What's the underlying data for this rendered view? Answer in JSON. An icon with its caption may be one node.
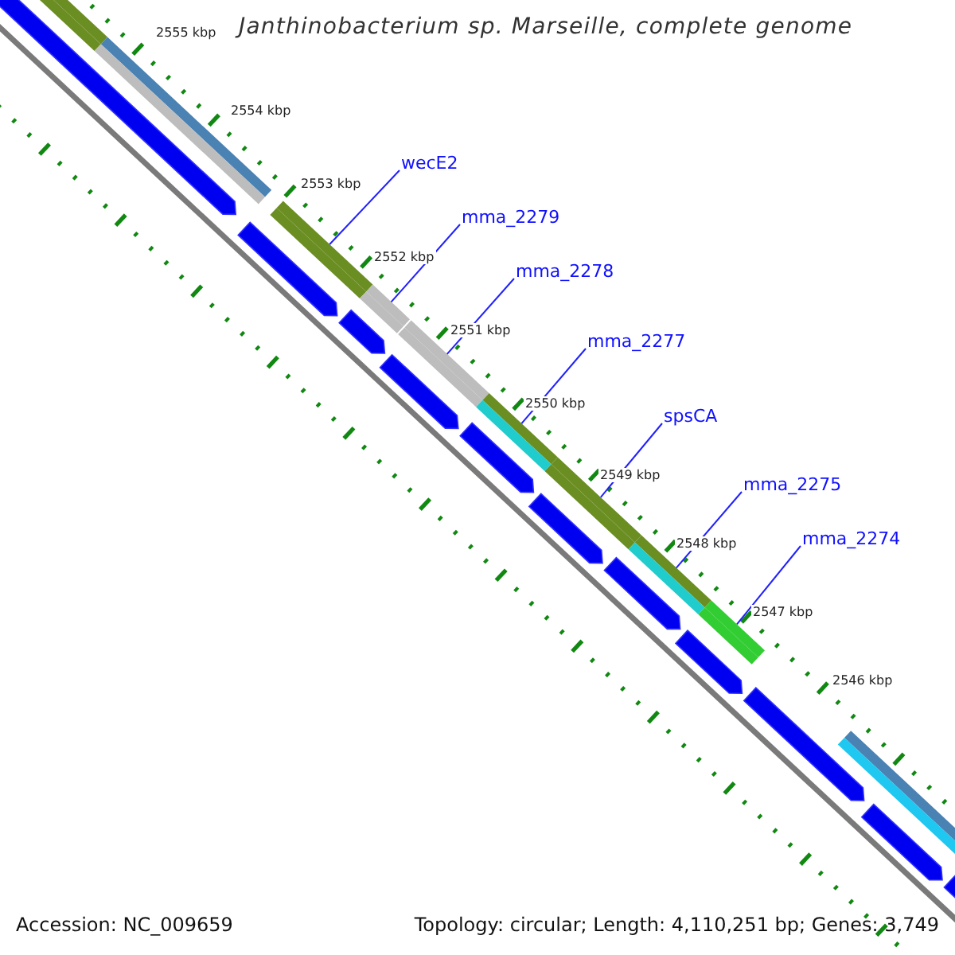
{
  "diagram": {
    "title": "Janthinobacterium sp. Marseille, complete genome",
    "nodes": [
      {
        "text": [
          "wecE2"
        ]
      },
      {
        "text": [
          "mma_2279"
        ]
      },
      {
        "text": [
          "mma_2278"
        ]
      },
      {
        "text": [
          "mma_2277"
        ]
      },
      {
        "text": [
          "spsCA"
        ]
      },
      {
        "text": [
          "mma_2275"
        ]
      },
      {
        "text": [
          "mma_2274"
        ]
      },
      {
        "text": [],
        "shape": "bar"
      },
      {
        "text": [],
        "shape": "bar"
      },
      {
        "text": [],
        "shape": "bar"
      },
      {
        "text": [],
        "shape": "bar"
      },
      {
        "text": [],
        "shape": "bar"
      },
      {
        "text": [],
        "shape": "bar"
      },
      {
        "text": [],
        "shape": "bar"
      }
    ],
    "edges": [
      {
        "from": 0,
        "to": 7,
        "arrow": "none"
      },
      {
        "from": 1,
        "to": 8,
        "arrow": "none"
      },
      {
        "from": 2,
        "to": 9,
        "arrow": "none"
      },
      {
        "from": 3,
        "to": 10,
        "arrow": "none"
      },
      {
        "from": 4,
        "to": 11,
        "arrow": "none"
      },
      {
        "from": 5,
        "to": 12,
        "arrow": "none"
      },
      {
        "from": 6,
        "to": 13,
        "arrow": "none"
      }
    ],
    "labels": [
      "2555 kbp",
      "2554 kbp",
      "2553 kbp",
      "2552 kbp",
      "2551 kbp",
      "2550 kbp",
      "2549 kbp",
      "2548 kbp",
      "2547 kbp",
      "2546 kbp",
      "Accession: NC_009659",
      "Topology: circular; Length: 4,110,251 bp; Genes: 3,749"
    ]
  }
}
